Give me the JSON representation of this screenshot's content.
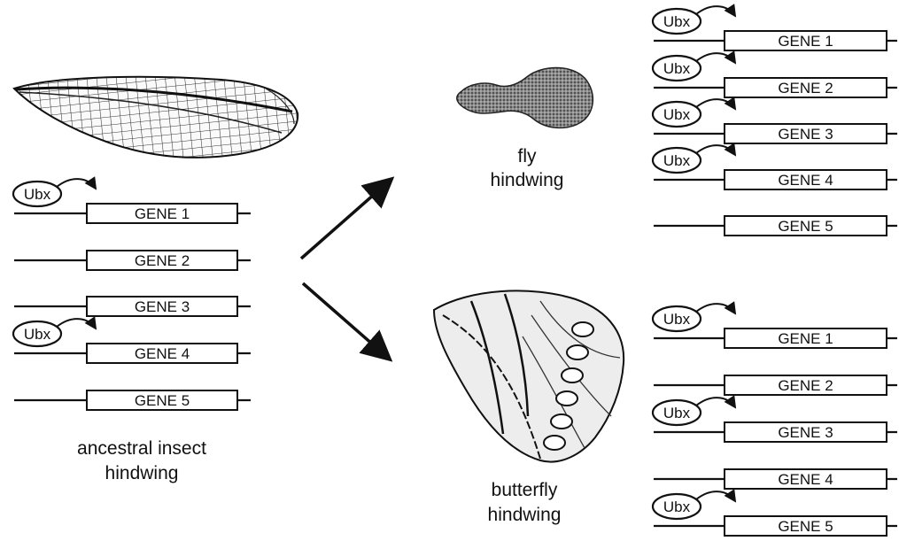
{
  "regulator": "Ubx",
  "ancestral": {
    "caption": [
      "ancestral insect",
      "hindwing"
    ],
    "genes": [
      {
        "name": "GENE 1",
        "ubx": true
      },
      {
        "name": "GENE 2",
        "ubx": false
      },
      {
        "name": "GENE 3",
        "ubx": false
      },
      {
        "name": "GENE 4",
        "ubx": true
      },
      {
        "name": "GENE 5",
        "ubx": false
      }
    ]
  },
  "fly": {
    "caption": [
      "fly",
      "hindwing"
    ],
    "genes": [
      {
        "name": "GENE 1",
        "ubx": true
      },
      {
        "name": "GENE 2",
        "ubx": true
      },
      {
        "name": "GENE 3",
        "ubx": true
      },
      {
        "name": "GENE 4",
        "ubx": true
      },
      {
        "name": "GENE 5",
        "ubx": false
      }
    ]
  },
  "butterfly": {
    "caption": [
      "butterfly",
      "hindwing"
    ],
    "genes": [
      {
        "name": "GENE 1",
        "ubx": true
      },
      {
        "name": "GENE 2",
        "ubx": false
      },
      {
        "name": "GENE 3",
        "ubx": true
      },
      {
        "name": "GENE 4",
        "ubx": false
      },
      {
        "name": "GENE 5",
        "ubx": true
      }
    ]
  }
}
